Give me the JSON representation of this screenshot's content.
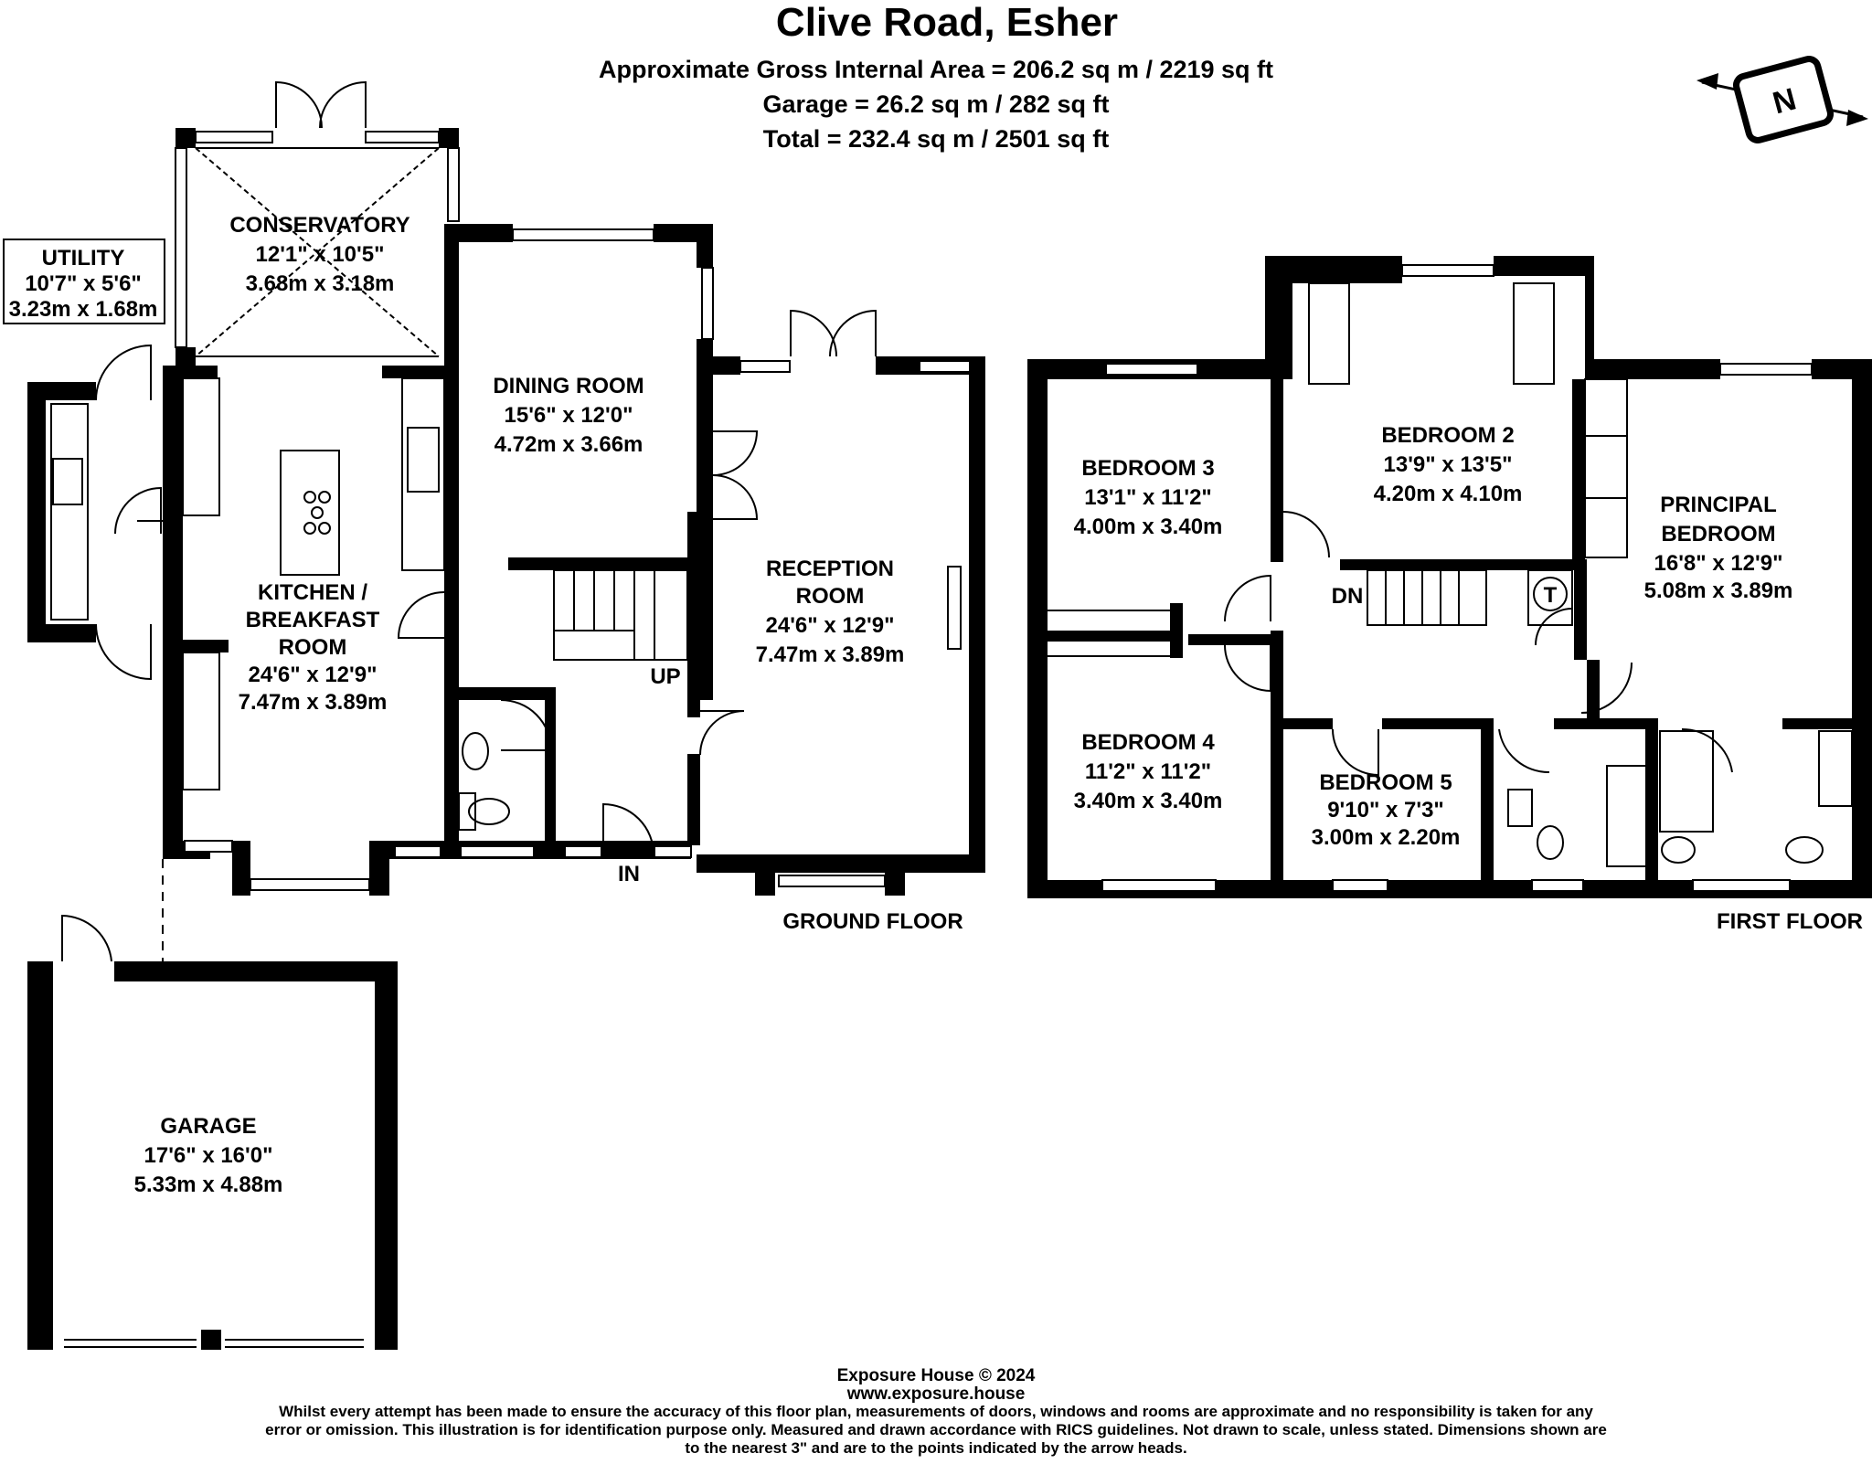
{
  "title": "Clive Road, Esher",
  "areas": {
    "gross": "Approximate Gross Internal Area = 206.2 sq m / 2219 sq ft",
    "garage": "Garage = 26.2 sq m / 282 sq ft",
    "total": "Total = 232.4 sq m / 2501 sq ft"
  },
  "floors": {
    "ground": "GROUND FLOOR",
    "first": "FIRST FLOOR"
  },
  "rooms": {
    "conservatory": {
      "name": "CONSERVATORY",
      "imperial": "12'1\" x 10'5\"",
      "metric": "3.68m x 3.18m"
    },
    "utility": {
      "name": "UTILITY",
      "imperial": "10'7\" x 5'6\"",
      "metric": "3.23m x 1.68m"
    },
    "dining": {
      "name": "DINING ROOM",
      "imperial": "15'6\" x 12'0\"",
      "metric": "4.72m x 3.66m"
    },
    "kitchen": {
      "name1": "KITCHEN /",
      "name2": "BREAKFAST",
      "name3": "ROOM",
      "imperial": "24'6\" x 12'9\"",
      "metric": "7.47m x 3.89m"
    },
    "reception": {
      "name1": "RECEPTION",
      "name2": "ROOM",
      "imperial": "24'6\" x 12'9\"",
      "metric": "7.47m x 3.89m"
    },
    "garage": {
      "name": "GARAGE",
      "imperial": "17'6\" x 16'0\"",
      "metric": "5.33m x 4.88m"
    },
    "bedroom2": {
      "name": "BEDROOM 2",
      "imperial": "13'9\" x 13'5\"",
      "metric": "4.20m x 4.10m"
    },
    "bedroom3": {
      "name": "BEDROOM 3",
      "imperial": "13'1\" x 11'2\"",
      "metric": "4.00m x 3.40m"
    },
    "bedroom4": {
      "name": "BEDROOM 4",
      "imperial": "11'2\" x 11'2\"",
      "metric": "3.40m x 3.40m"
    },
    "bedroom5": {
      "name": "BEDROOM 5",
      "imperial": "9'10\" x 7'3\"",
      "metric": "3.00m x 2.20m"
    },
    "principal": {
      "name1": "PRINCIPAL",
      "name2": "BEDROOM",
      "imperial": "16'8\" x 12'9\"",
      "metric": "5.08m x 3.89m"
    }
  },
  "markers": {
    "up": "UP",
    "dn": "DN",
    "in": "IN",
    "tank": "T",
    "compass": "N"
  },
  "footer": {
    "copyright": "Exposure House © 2024",
    "url": "www.exposure.house",
    "disclaimer": "Whilst every attempt has been made to ensure the accuracy of this floor plan, measurements of doors, windows and rooms are approximate and no responsibility is taken for any error or omission. This illustration is for identification purpose only. Measured and drawn accordance with RICS guidelines. Not drawn to scale, unless stated. Dimensions shown are to the nearest 3\" and are to the points indicated by the arrow heads."
  }
}
